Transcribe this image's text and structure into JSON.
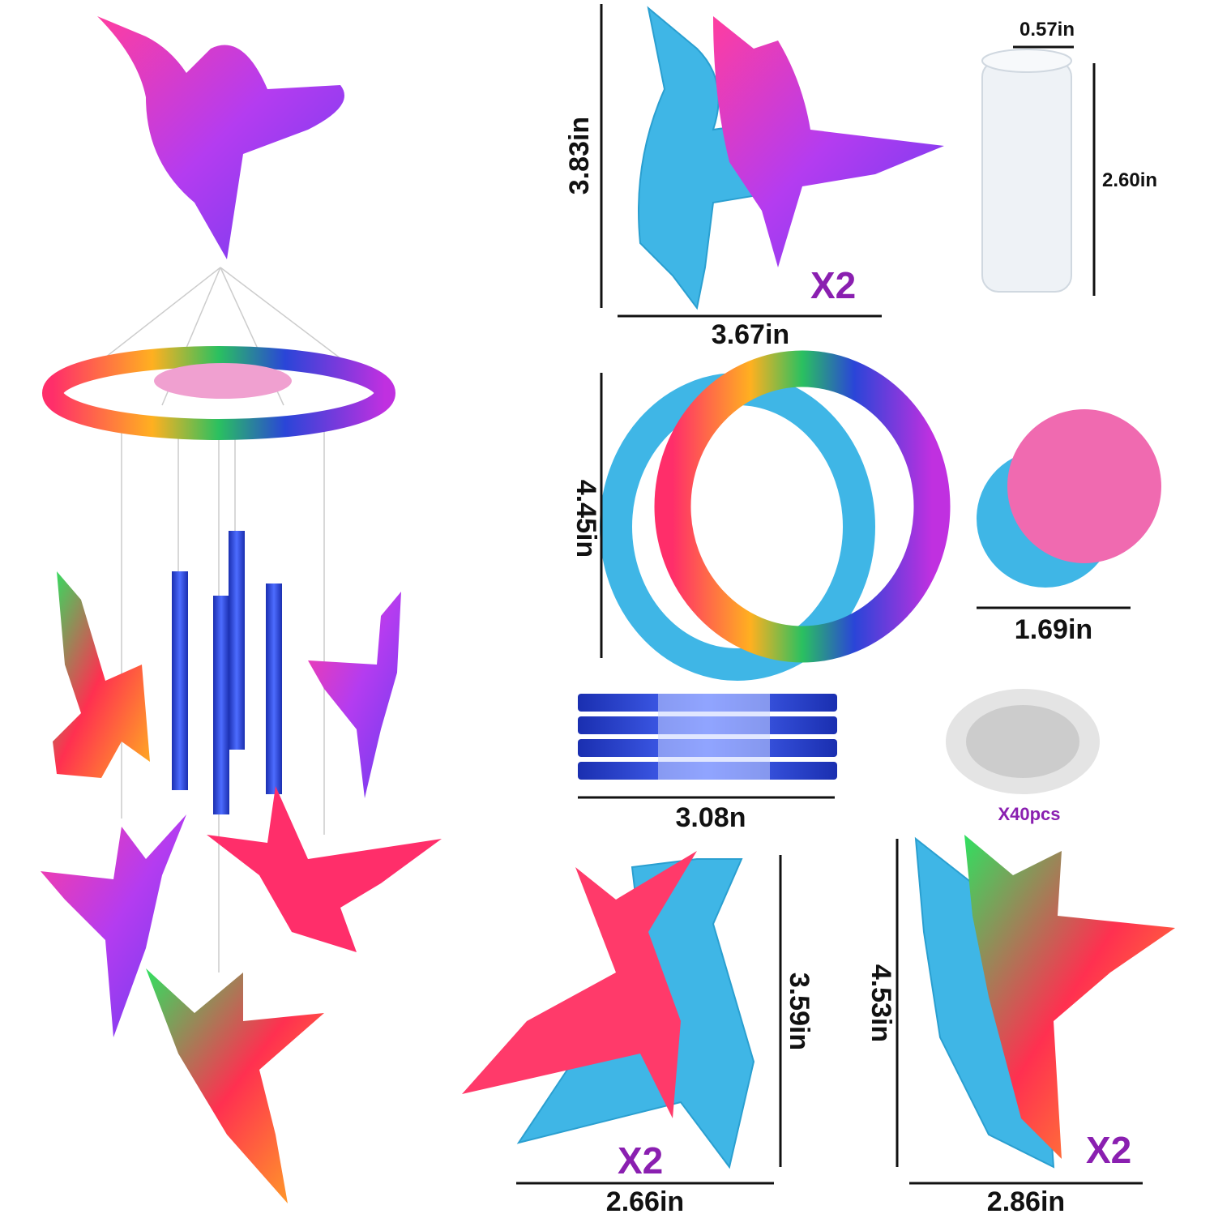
{
  "labels": {
    "bird_mold_top_height": "3.83in",
    "bird_mold_top_width": "3.67in",
    "bird_mold_top_qty": "X2",
    "thread_width": "0.57in",
    "thread_height": "2.60in",
    "ring_mold_height": "4.45in",
    "disc_mold_width": "1.69in",
    "tubes_width": "3.08n",
    "beads_qty": "X40pcs",
    "bird_mold_left_height": "3.59in",
    "bird_mold_left_width": "2.66in",
    "bird_mold_left_qty": "X2",
    "bird_mold_right_height": "4.53in",
    "bird_mold_right_width": "2.86in",
    "bird_mold_right_qty": "X2"
  },
  "colors": {
    "mold_blue": "#3fb6e6",
    "qty_purple": "#8a1fb0",
    "tube_blue": "#2a45d8",
    "glitter_pink": "#ff2e8a",
    "glitter_purple": "#9b3df0"
  }
}
